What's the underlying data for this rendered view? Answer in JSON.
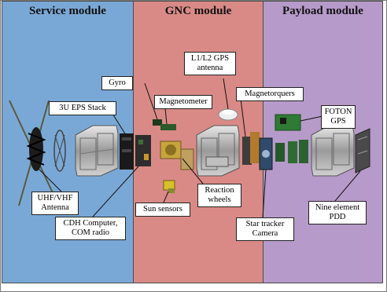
{
  "modules": {
    "service": "Service module",
    "gnc": "GNC module",
    "payload": "Payload module"
  },
  "labels": {
    "gyro": "Gyro",
    "gps_antenna_line1": "L1/L2 GPS",
    "gps_antenna_line2": "antenna",
    "eps_stack": "3U EPS Stack",
    "magnetometer": "Magnetometer",
    "magnetorquers": "Magnetorquers",
    "foton_line1": "FOTON",
    "foton_line2": "GPS",
    "uhf_line1": "UHF/VHF",
    "uhf_line2": "Antenna",
    "reaction_line1": "Reaction",
    "reaction_line2": "wheels",
    "sun_sensors": "Sun sensors",
    "cdh_line1": "CDH Computer,",
    "cdh_line2": "COM radio",
    "star_line1": "Star tracker",
    "star_line2": "Camera",
    "pdd_line1": "Nine element",
    "pdd_line2": "PDD"
  }
}
